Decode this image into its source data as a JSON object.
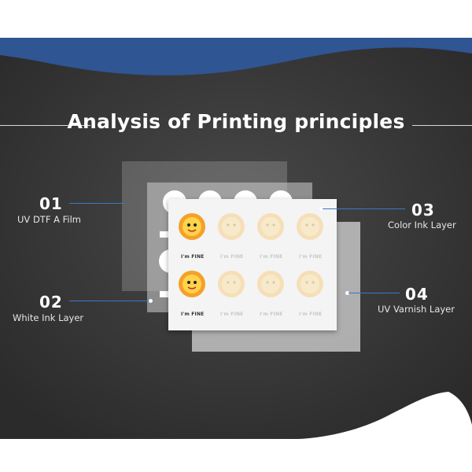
{
  "title": "Analysis of Printing principles",
  "layers": [
    {
      "number": "01",
      "label": "UV DTF A Film"
    },
    {
      "number": "02",
      "label": "White Ink Layer"
    },
    {
      "number": "03",
      "label": "Color Ink Layer"
    },
    {
      "number": "04",
      "label": "UV Varnish Layer"
    }
  ],
  "colors": {
    "background": "#3f3e3e",
    "wave": "#2f5593",
    "accent_line": "#3a78c8",
    "text": "#ffffff"
  },
  "sticker_brand": "I'm FINE",
  "icons": [
    "sun-sticker-icon",
    "white-flower-icon"
  ]
}
